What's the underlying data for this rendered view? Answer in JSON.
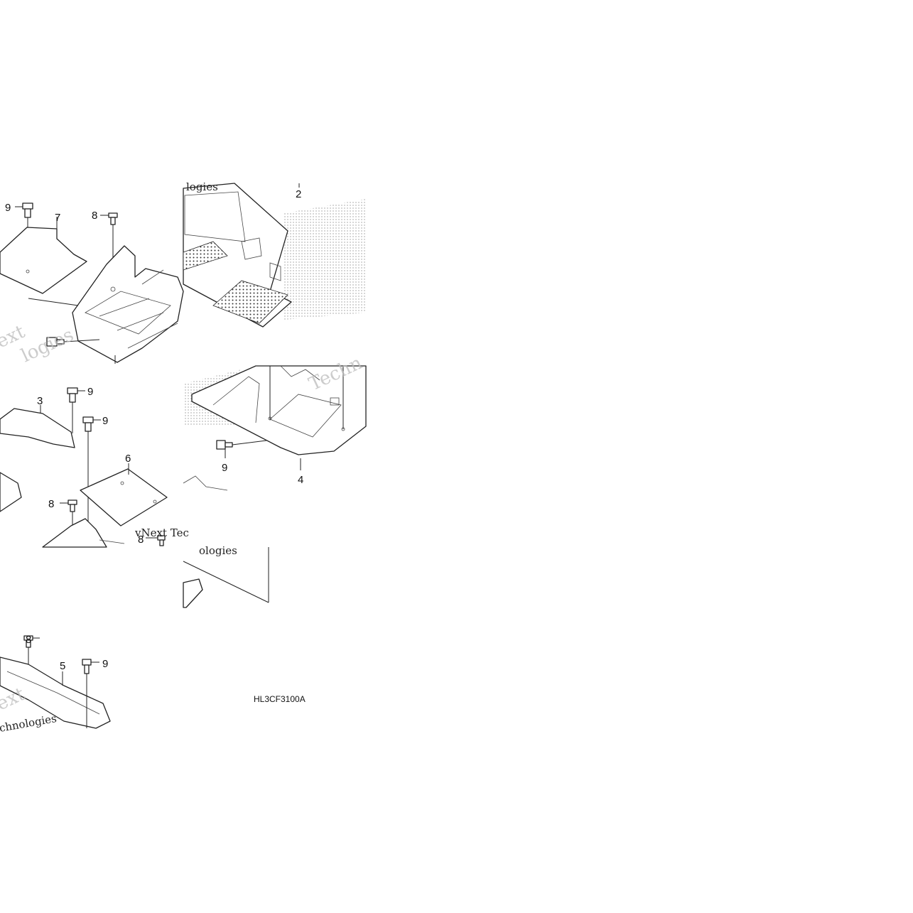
{
  "callouts": {
    "c1": "9",
    "c2": "7",
    "c3": "8",
    "c4": "2",
    "c5": "3",
    "c6": "9",
    "c7": "9",
    "c8": "6",
    "c9": "8",
    "c10": "8",
    "c11": "9",
    "c12": "4",
    "c13": "8",
    "c14": "5",
    "c15": "9"
  },
  "diagram_code": "HL3CF3100A",
  "watermark": {
    "text_a": "ext",
    "text_b": "logies",
    "text_c": "chnologies",
    "text_d": "vNext Tec",
    "text_e": "ologies",
    "text_f": "Techn"
  }
}
